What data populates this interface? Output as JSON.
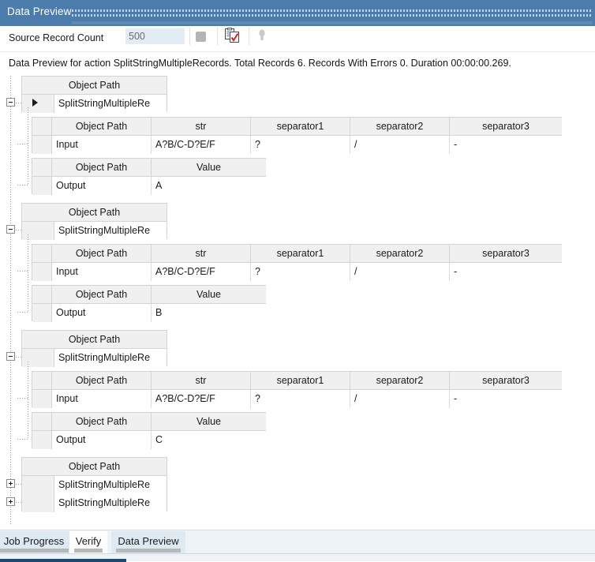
{
  "panel": {
    "title": "Data Preview",
    "gripper_icon": "dotted-gripper-icon"
  },
  "toolbar": {
    "record_count_label": "Source Record Count",
    "record_count_value": "500",
    "record_count_placeholder": "",
    "stop_button_icon": "stop-square-icon",
    "preview_button_icon": "clipboard-check-icon",
    "hint_button_icon": "lightbulb-icon"
  },
  "status": {
    "text": "Data Preview for action SplitStringMultipleRecords. Total Records 6. Records With Errors 0. Duration 00:00:00.269."
  },
  "colors": {
    "title_bar": "#4c7cab",
    "header_fill": "#f0f0f0",
    "grid_border": "#d4d4d4",
    "input_fill": "#e3ecf5",
    "tab_fill": "#dfe9f2",
    "tab_underline": "#b8b8b8",
    "accent_dark": "#24466b"
  },
  "tree": {
    "object_path_header": "Object Path",
    "node_label": "SplitStringMultipleRe",
    "current_row_icon": "right-triangle-icon",
    "collapse_icon": "minus-box-icon",
    "expand_icon": "plus-box-icon",
    "input_grid": {
      "headers": [
        "Object Path",
        "str",
        "separator1",
        "separator2",
        "separator3"
      ],
      "row": [
        "Input",
        "A?B/C-D?E/F",
        "?",
        "/",
        "-"
      ]
    },
    "output_grid": {
      "headers": [
        "Object Path",
        "Value"
      ]
    },
    "groups": [
      {
        "label": "SplitStringMultipleRe",
        "expanded": true,
        "is_current": true,
        "output_value": "A"
      },
      {
        "label": "SplitStringMultipleRe",
        "expanded": true,
        "is_current": false,
        "output_value": "B"
      },
      {
        "label": "SplitStringMultipleRe",
        "expanded": true,
        "is_current": false,
        "output_value": "C"
      }
    ],
    "collapsed_groups": [
      {
        "label": "SplitStringMultipleRe",
        "expanded": false
      },
      {
        "label": "SplitStringMultipleRe",
        "expanded": false
      }
    ]
  },
  "tabs": [
    {
      "label": "Job Progress",
      "selected": false
    },
    {
      "label": "Verify",
      "selected": true
    },
    {
      "label": "Data Preview",
      "selected": false
    }
  ]
}
